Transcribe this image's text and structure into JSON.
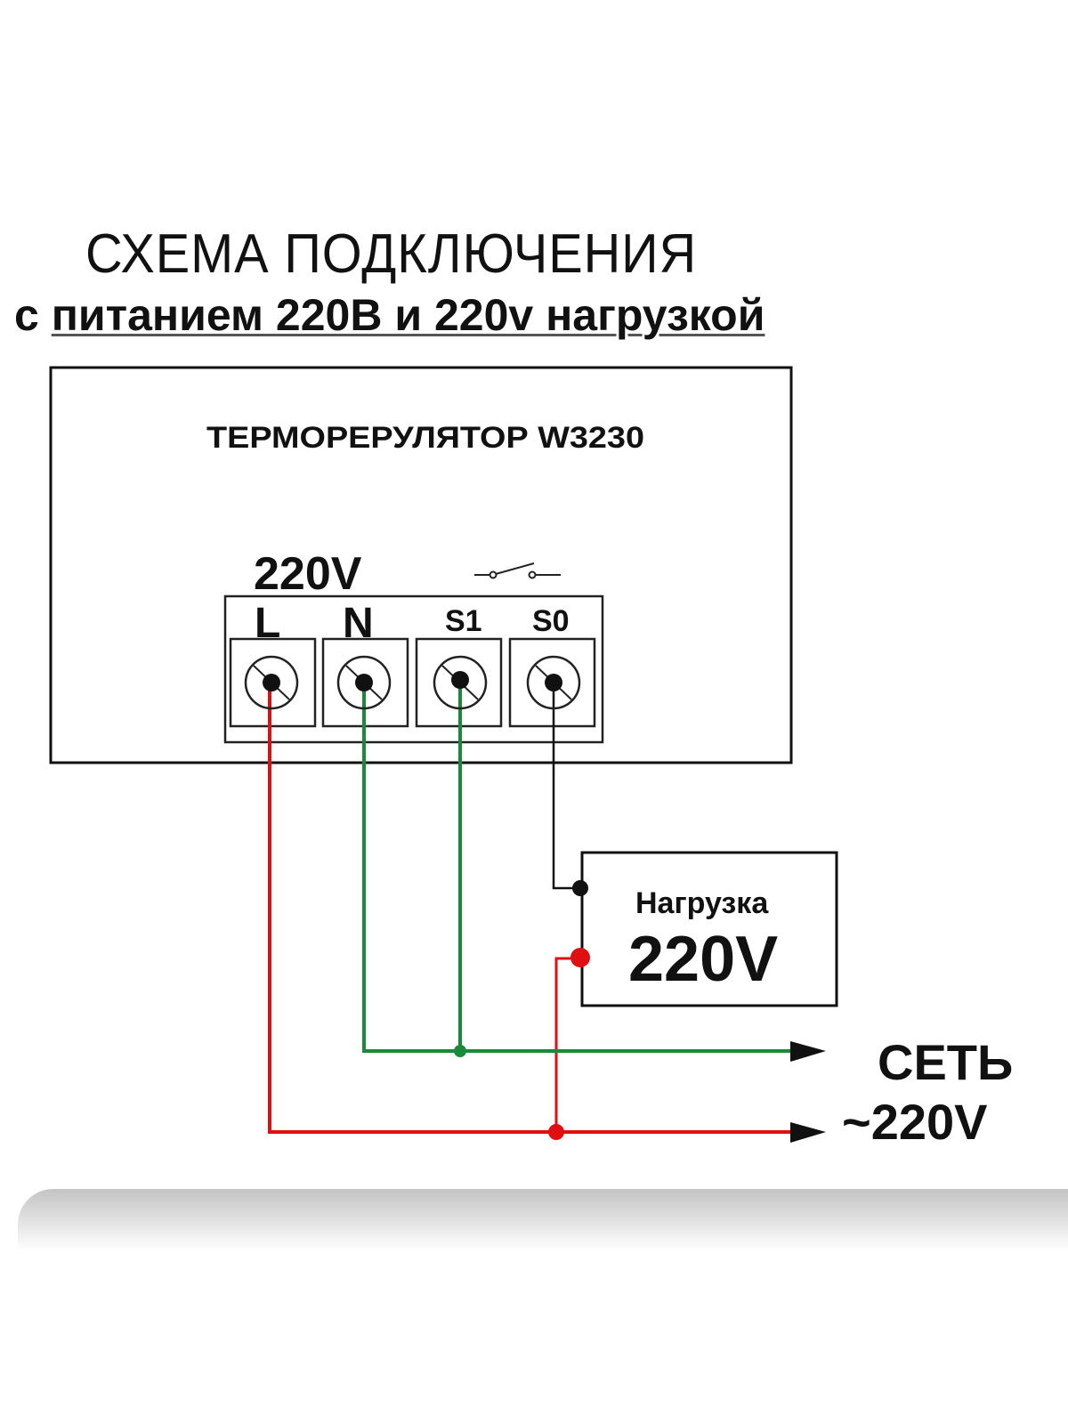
{
  "title": {
    "line1": "СХЕМА ПОДКЛЮЧЕНИЯ",
    "line2_prefix": "с ",
    "line2_underlined": "питанием 220В и 220v нагрузкой"
  },
  "device": {
    "name": "ТЕРМОРЕРУЛЯТОР W3230",
    "power_label": "220V",
    "switch_symbol": "switch-open-icon",
    "terminals": [
      {
        "label": "L",
        "wire_color": "#e01010"
      },
      {
        "label": "N",
        "wire_color": "#1a8a3a"
      },
      {
        "label": "S1",
        "wire_color": "#1a8a3a"
      },
      {
        "label": "S0",
        "wire_color": "#111111"
      }
    ]
  },
  "load": {
    "label": "Нагрузка",
    "voltage": "220V"
  },
  "mains": {
    "label": "СЕТЬ",
    "voltage": "~220V"
  },
  "colors": {
    "phase": "#e01010",
    "neutral": "#1a8a3a",
    "switched": "#111111"
  }
}
